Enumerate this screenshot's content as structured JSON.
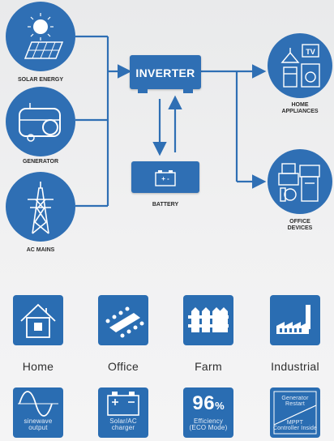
{
  "sources": [
    {
      "label": "SOLAR ENERGY",
      "icon": "solar-panel-icon"
    },
    {
      "label": "GENERATOR",
      "icon": "generator-icon"
    },
    {
      "label": "AC MAINS",
      "icon": "transmission-tower-icon"
    }
  ],
  "inverter": {
    "label": "INVERTER"
  },
  "battery": {
    "label": "BATTERY",
    "terminals": "+ -"
  },
  "outputs": [
    {
      "label_line1": "HOME",
      "label_line2": "APPLIANCES",
      "icon": "home-appliances-icon",
      "tv_text": "TV"
    },
    {
      "label_line1": "OFFICE",
      "label_line2": "DEVICES",
      "icon": "office-devices-icon"
    }
  ],
  "applications": [
    {
      "label": "Home",
      "icon": "house-icon"
    },
    {
      "label": "Office",
      "icon": "conference-table-icon"
    },
    {
      "label": "Farm",
      "icon": "fence-icon"
    },
    {
      "label": "Industrial",
      "icon": "factory-icon"
    }
  ],
  "features": [
    {
      "icon": "sinewave-icon",
      "line1": "sinewave",
      "line2": "output"
    },
    {
      "icon": "battery-charger-icon",
      "line1": "Solar/AC",
      "line2": "charger"
    },
    {
      "icon": "efficiency-icon",
      "big": "96",
      "unit": "%",
      "line1": "Efficiency",
      "line2": "(ECO Mode)"
    },
    {
      "icon": "generator-restart-icon",
      "top1": "Generator",
      "top2": "Restart",
      "bottom1": "MPPT",
      "bottom2": "Controller Inside"
    }
  ],
  "colors": {
    "primary": "#2f6fb4",
    "line": "#2f6fb4",
    "text": "#2b2b2b",
    "background": "#eeeeef"
  }
}
